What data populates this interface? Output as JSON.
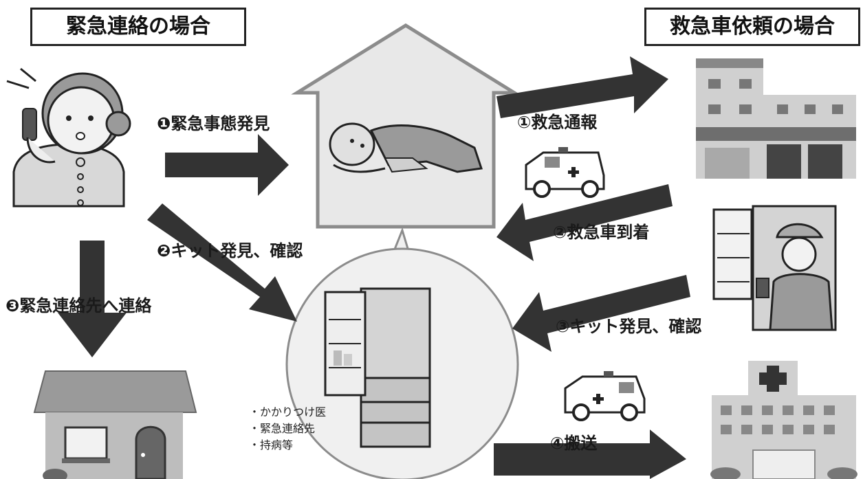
{
  "titles": {
    "emergency_contact": "緊急連絡の場合",
    "ambulance_request": "救急車依頼の場合"
  },
  "steps_left": {
    "s1": "❶緊急事態発見",
    "s2": "❷キット発見、確認",
    "s3": "❸緊急連絡先へ連絡"
  },
  "steps_right": {
    "s1": "①救急通報",
    "s2": "②救急車到着",
    "s3": "③キット発見、確認",
    "s4": "④搬送"
  },
  "kit_contents": [
    "・かかりつけ医",
    "・緊急連絡先",
    "・持病等"
  ],
  "colors": {
    "arrow": "#333333",
    "house_fill": "#e8e8e8",
    "house_outline": "#8c8c8c",
    "building_gray": "#bdbdbd"
  },
  "icons": [
    "worried-woman-on-phone",
    "person-collapsed-on-floor",
    "house",
    "fire-station",
    "ambulance",
    "refrigerator",
    "paramedic-checking-fridge",
    "hospital",
    "family-home"
  ]
}
